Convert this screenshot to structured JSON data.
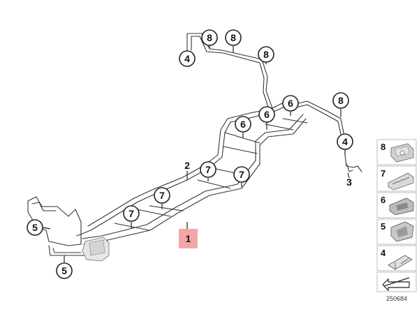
{
  "diagram": {
    "id": "250684",
    "part_1_label": "1",
    "part_2_label": "2",
    "part_3_label": "3",
    "highlight_color": "#f4a6a6",
    "callouts": [
      "8",
      "8",
      "4",
      "8",
      "8",
      "6",
      "6",
      "6",
      "7",
      "7",
      "7",
      "7",
      "5",
      "5",
      "4"
    ],
    "legend": {
      "items": [
        "8",
        "7",
        "6",
        "5",
        "4"
      ],
      "icons": [
        "clip-8-icon",
        "clip-7-icon",
        "clip-6-icon",
        "clip-5-icon",
        "bracket-4-icon"
      ],
      "footer_icon": "arrow-icon"
    }
  }
}
